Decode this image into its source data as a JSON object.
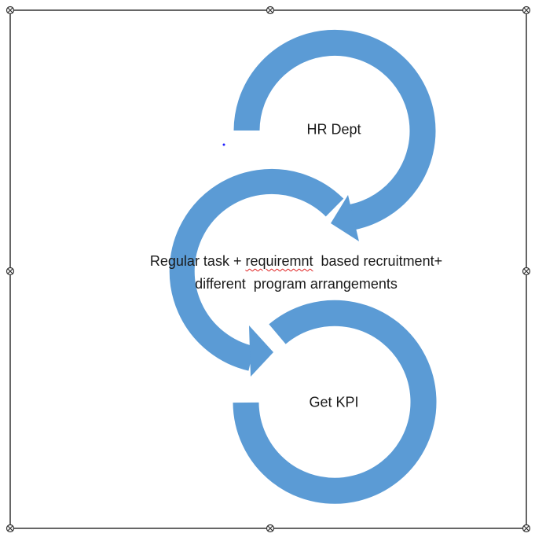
{
  "diagram": {
    "accent_color": "#5B9BD5",
    "nodes": [
      {
        "label": "HR Dept"
      },
      {
        "label_line1_a": "Regular task + ",
        "label_line1_b": "requiremnt",
        "label_line1_c": "  based recruitment+",
        "label_line2": "different  program arrangements"
      },
      {
        "label": "Get KPI"
      }
    ]
  }
}
